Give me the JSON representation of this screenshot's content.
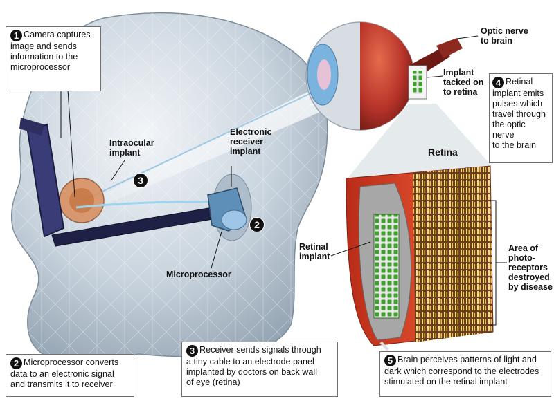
{
  "steps": [
    {
      "num": "1",
      "lines": [
        "Camera captures",
        "image and sends",
        "information to the",
        "microprocessor"
      ]
    },
    {
      "num": "2",
      "lines": [
        "Microprocessor converts",
        "data to an electronic signal",
        "and transmits it to receiver"
      ]
    },
    {
      "num": "3",
      "lines": [
        "Receiver sends signals through",
        "a tiny cable to an electrode panel",
        "implanted by doctors on back wall",
        "of eye (retina)"
      ]
    },
    {
      "num": "4",
      "lines": [
        "Retinal",
        "implant emits",
        "pulses which",
        "travel through",
        "the optic nerve",
        "to the brain"
      ]
    },
    {
      "num": "5",
      "lines": [
        "Brain perceives patterns of light and",
        "dark which correspond to the electrodes",
        "stimulated on the retinal implant"
      ]
    }
  ],
  "labels": {
    "optic_nerve": [
      "Optic nerve",
      "to brain"
    ],
    "implant_tacked": [
      "Implant",
      "tacked on",
      "to retina"
    ],
    "intraocular": [
      "Intraocular",
      "implant"
    ],
    "receiver": [
      "Electronic",
      "receiver",
      "implant"
    ],
    "microprocessor": [
      "Microprocessor"
    ],
    "retina_title": "Retina",
    "retinal_implant": [
      "Retinal",
      "implant"
    ],
    "photoreceptors": [
      "Area of",
      "photo-",
      "receptors",
      "destroyed",
      "by disease"
    ]
  },
  "badges": {
    "cable": "3",
    "receiver": "2"
  },
  "colors": {
    "head": "#b9c8d4",
    "glasses": "#2e2f5e",
    "eye": "#b8342a",
    "tissue": "#c8391f",
    "electrode": "#3fa12d",
    "beam": "#dfeef8"
  }
}
